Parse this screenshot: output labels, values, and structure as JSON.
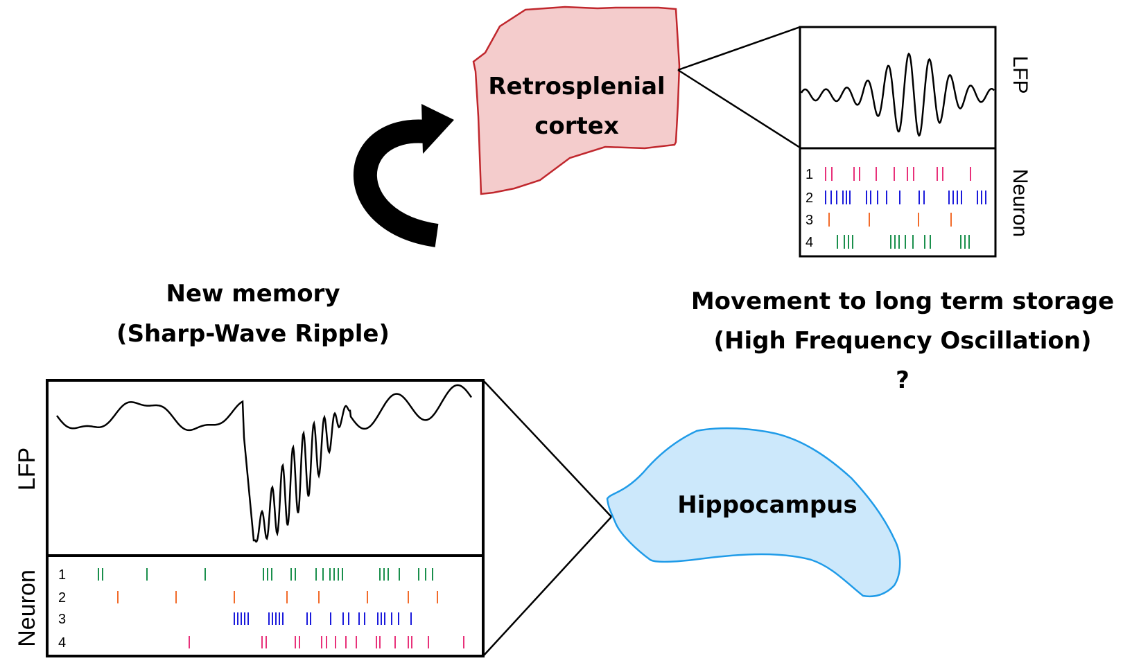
{
  "regions": {
    "retrosplenial": {
      "line1": "Retrosplenial",
      "line2": "cortex",
      "fill": "#f4cccc",
      "stroke": "#c0272d"
    },
    "hippocampus": {
      "label": "Hippocampus",
      "fill": "#cce8fb",
      "stroke": "#1f9be8"
    }
  },
  "captions": {
    "new_memory": {
      "line1": "New memory",
      "line2": "(Sharp-Wave Ripple)"
    },
    "movement": {
      "line1": "Movement to long term storage",
      "line2": "(High Frequency Oscillation)",
      "line3": "?"
    }
  },
  "top_panel": {
    "lfp_label": "LFP",
    "neuron_label": "Neuron",
    "rows": [
      {
        "id": "1",
        "color": "#e8317a"
      },
      {
        "id": "2",
        "color": "#1a1adb"
      },
      {
        "id": "3",
        "color": "#f26b2a"
      },
      {
        "id": "4",
        "color": "#1a8f4c"
      }
    ]
  },
  "bottom_panel": {
    "lfp_label": "LFP",
    "neuron_label": "Neuron",
    "rows": [
      {
        "id": "1",
        "color": "#1a8f4c"
      },
      {
        "id": "2",
        "color": "#f26b2a"
      },
      {
        "id": "3",
        "color": "#1a1adb"
      },
      {
        "id": "4",
        "color": "#e8317a"
      }
    ]
  },
  "arrow": {
    "icon": "curved-arrow-icon",
    "color": "#000000"
  }
}
